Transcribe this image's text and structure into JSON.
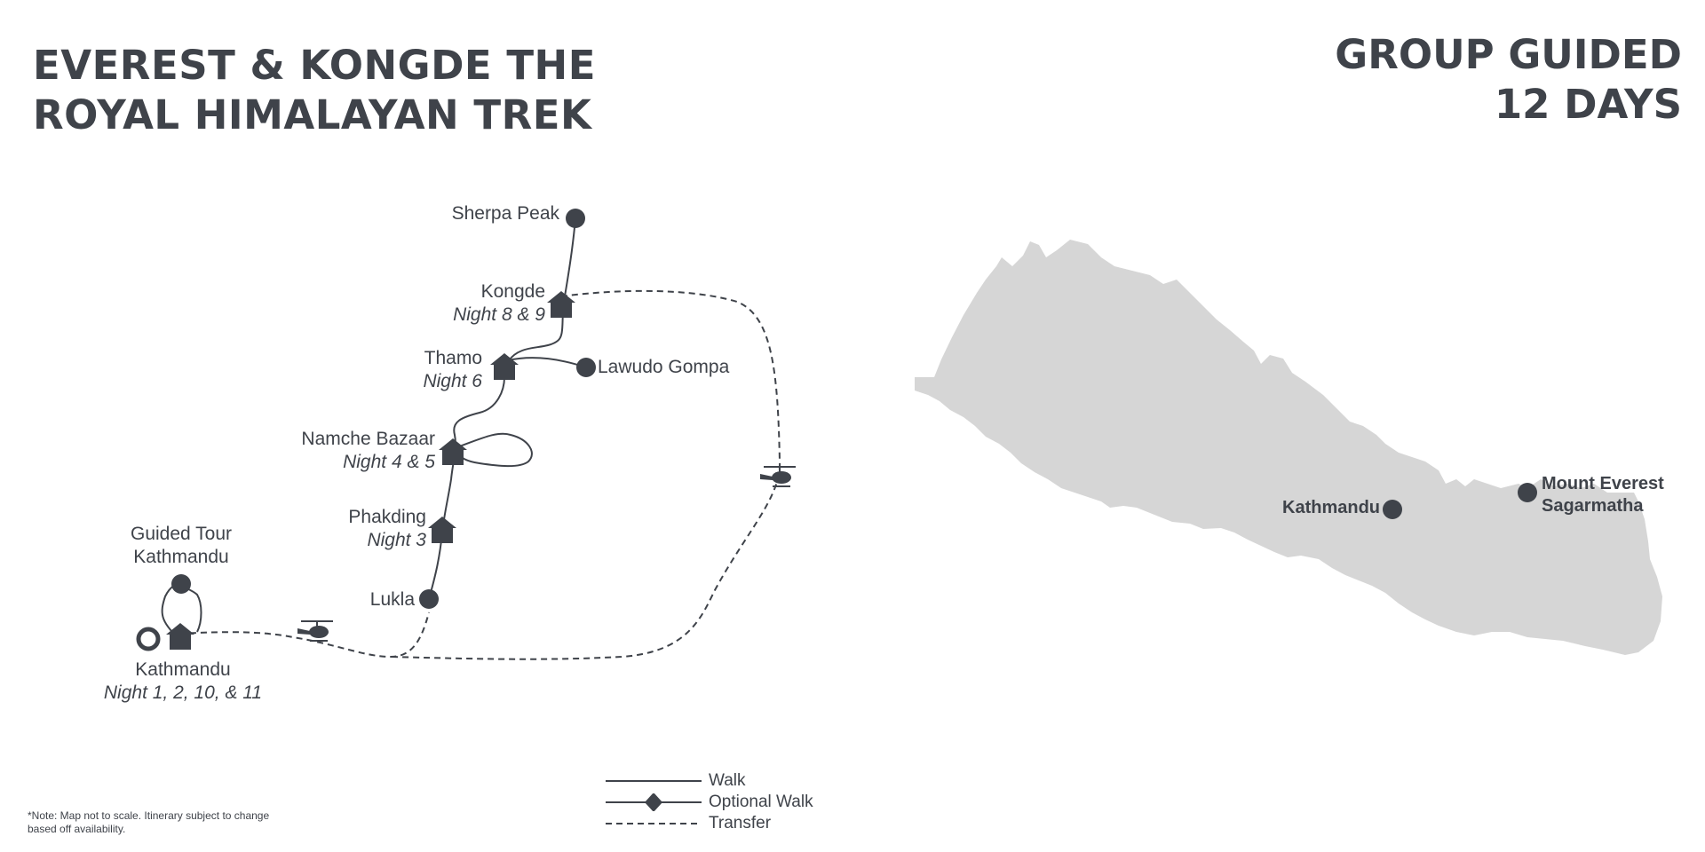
{
  "title": {
    "line1": "EVEREST & KONGDE THE",
    "line2": "ROYAL HIMALAYAN TREK"
  },
  "badge": {
    "line1": "GROUP GUIDED",
    "line2": "12 DAYS"
  },
  "stops": {
    "sherpa_peak": {
      "name": "Sherpa Peak"
    },
    "kongde": {
      "name": "Kongde",
      "nights": "Night 8 & 9"
    },
    "thamo": {
      "name": "Thamo",
      "nights": "Night 6"
    },
    "lawudo": {
      "name": "Lawudo Gompa"
    },
    "namche": {
      "name": "Namche Bazaar",
      "nights": "Night 4 & 5"
    },
    "phakding": {
      "name": "Phakding",
      "nights": "Night 3"
    },
    "lukla": {
      "name": "Lukla"
    },
    "guided_tour": {
      "line1": "Guided Tour",
      "line2": "Kathmandu"
    },
    "kathmandu": {
      "name": "Kathmandu",
      "nights": "Night 1, 2, 10, & 11"
    }
  },
  "inset": {
    "kathmandu": "Kathmandu",
    "everest_line1": "Mount Everest",
    "everest_line2": "Sagarmatha"
  },
  "legend": {
    "walk": "Walk",
    "optional_walk": "Optional Walk",
    "transfer": "Transfer"
  },
  "note": "*Note: Map not to scale. Itinerary subject to change based off availability.",
  "colors": {
    "ink": "#3f434a",
    "country_fill": "#d6d6d6"
  },
  "icons": {
    "lodge": "house-icon",
    "helicopter": "helicopter-icon",
    "start": "ring-icon",
    "point": "dot-icon"
  }
}
